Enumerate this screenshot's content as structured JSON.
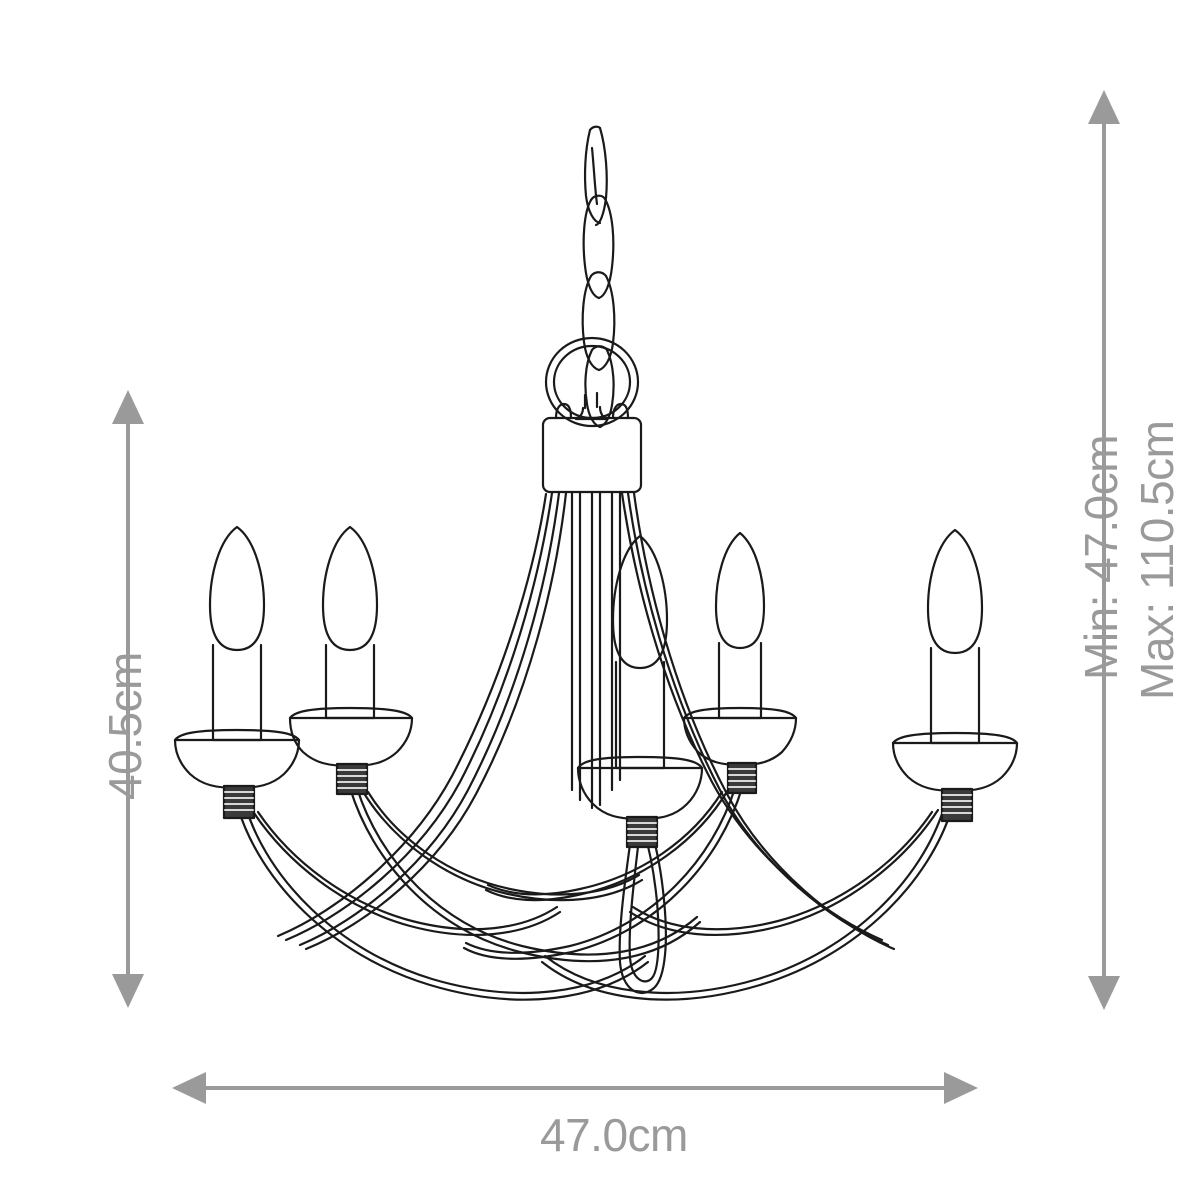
{
  "product": {
    "type": "chandelier",
    "description": "Five-arm candle chandelier line drawing with suspension chain, ring, canopy block, curved swooping arms, candle tubes, bobeche dishes, ribbed collars and flame-shaped bulbs",
    "arm_count": 5,
    "line_color": "#1a1a1a",
    "fill_color": "#ffffff"
  },
  "dimensions": {
    "height": {
      "label": "40.5cm",
      "value": 40.5,
      "unit": "cm",
      "orientation": "vertical",
      "position": "left"
    },
    "width": {
      "label": "47.0cm",
      "value": 47.0,
      "unit": "cm",
      "orientation": "horizontal",
      "position": "bottom"
    },
    "drop_min": {
      "label": "Min: 47.0cm",
      "value": 47.0,
      "unit": "cm",
      "orientation": "vertical",
      "position": "right"
    },
    "drop_max": {
      "label": "Max: 110.5cm",
      "value": 110.5,
      "unit": "cm",
      "orientation": "vertical",
      "position": "right"
    }
  },
  "style": {
    "dimension_color": "#9a9a9a",
    "text_color": "#9a9a9a",
    "background": "#ffffff"
  }
}
